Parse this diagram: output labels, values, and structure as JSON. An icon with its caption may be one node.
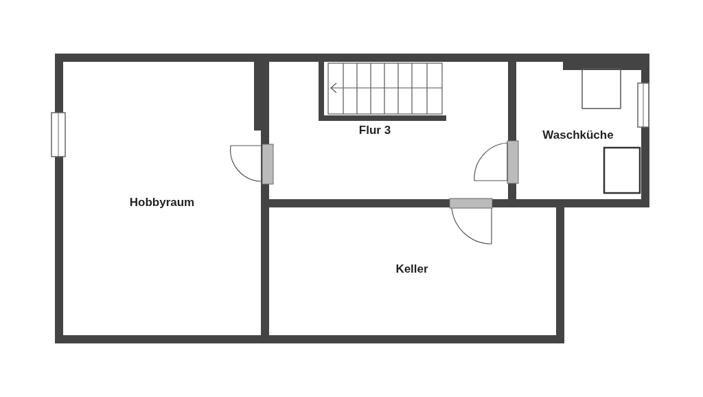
{
  "diagram": {
    "nodes": [
      {
        "text": [
          "Hobbyraum"
        ]
      },
      {
        "text": [
          "Flur 3"
        ]
      },
      {
        "text": [
          "Waschküche"
        ]
      },
      {
        "text": [
          "Keller"
        ]
      }
    ]
  }
}
